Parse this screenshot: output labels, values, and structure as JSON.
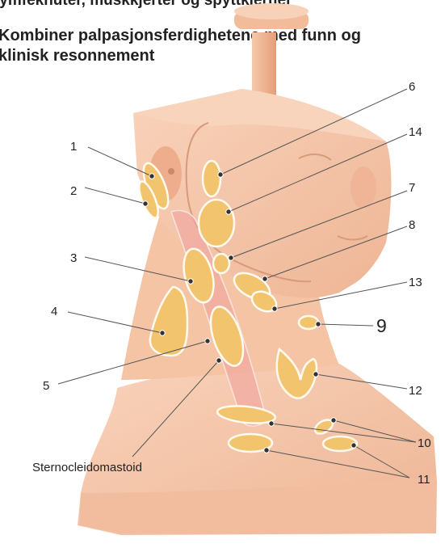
{
  "header": {
    "title": "lymfeknuter, muskkjerter og spyttkjertler",
    "subtitle_line1": "Kombiner palpasjonsferdighetene med funn og",
    "subtitle_line2": "klinisk resonnement"
  },
  "diagram": {
    "labels": [
      "1",
      "2",
      "3",
      "4",
      "5",
      "6",
      "14",
      "7",
      "8",
      "13",
      "9",
      "12",
      "10",
      "11",
      "Sternocleidomastoid"
    ],
    "colors": {
      "skin": "#f6c6a8",
      "skin_shade": "#e9aa88",
      "node_fill": "#f2c46e",
      "muscle": "#f0a6a0"
    }
  }
}
